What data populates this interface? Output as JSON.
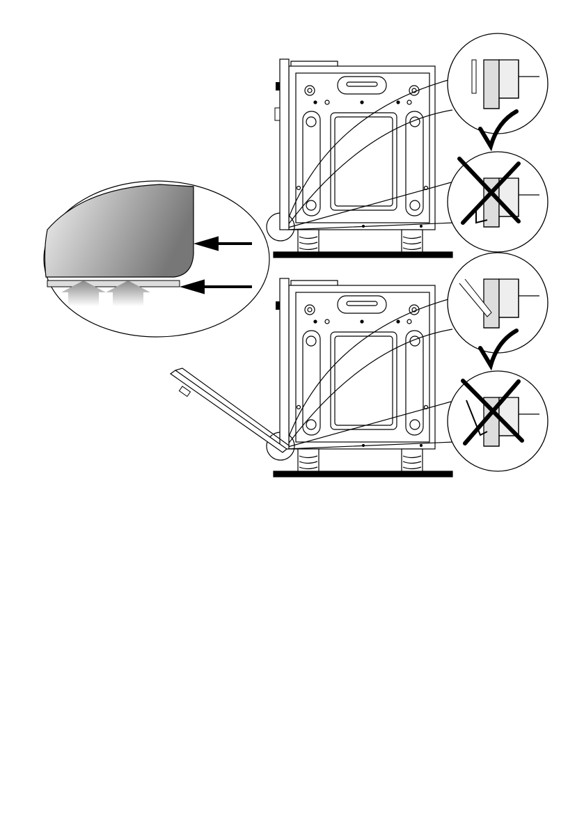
{
  "colors": {
    "background": "#ffffff",
    "line": "#000000",
    "panel_dark": "#777777",
    "panel_light": "#f2f2f2",
    "glass": "#d9d9d9"
  },
  "icons": {
    "correct": "check-mark-icon",
    "incorrect": "cross-mark-icon",
    "direction": "arrow-left-icon",
    "airflow": "arrow-up-icon"
  },
  "figures": [
    {
      "door_state": "closed",
      "top_detail": "correct",
      "bottom_detail": "incorrect"
    },
    {
      "door_state": "open",
      "top_detail": "correct",
      "bottom_detail": "incorrect"
    }
  ]
}
